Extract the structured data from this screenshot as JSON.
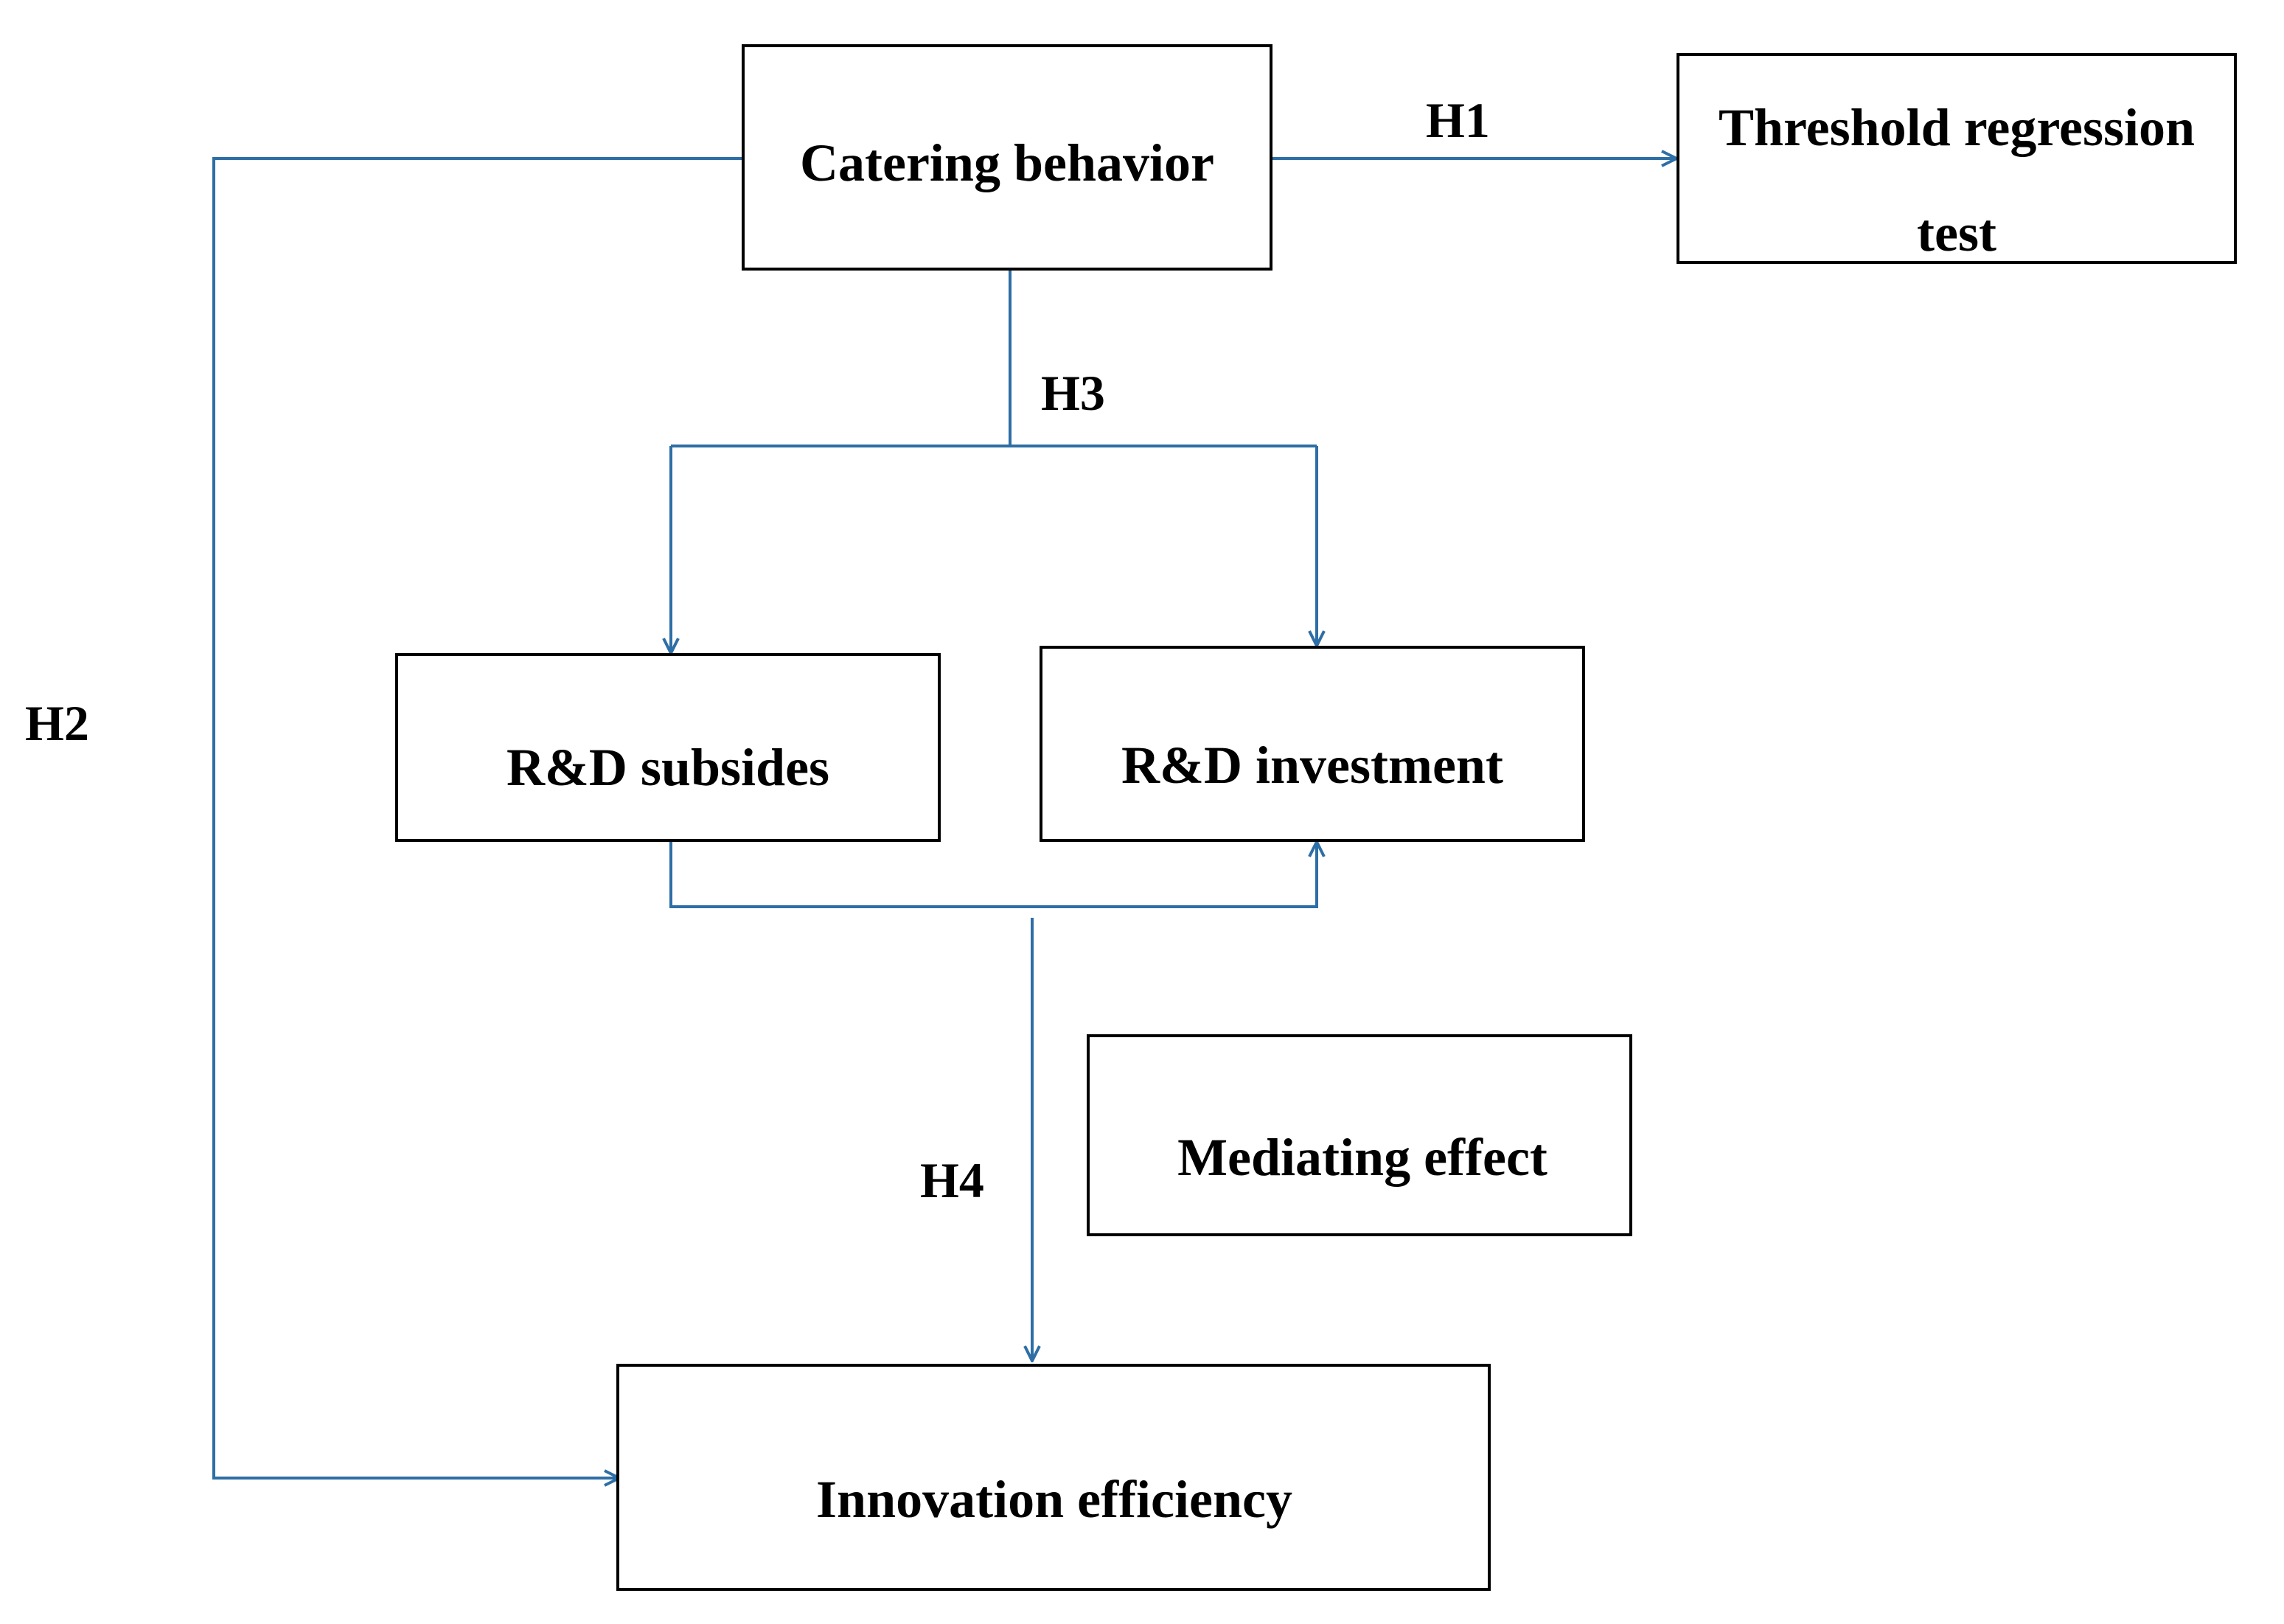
{
  "diagram": {
    "accent_color": "#2E6EA6",
    "nodes": {
      "catering": "Catering behavior",
      "threshold_line1": "Threshold regression",
      "threshold_line2": "test",
      "rd_subsides": "R&D subsides",
      "rd_investment": "R&D investment",
      "mediating": "Mediating effect",
      "innovation": "Innovation efficiency"
    },
    "hypotheses": {
      "h1": "H1",
      "h2": "H2",
      "h3": "H3",
      "h4": "H4"
    }
  }
}
